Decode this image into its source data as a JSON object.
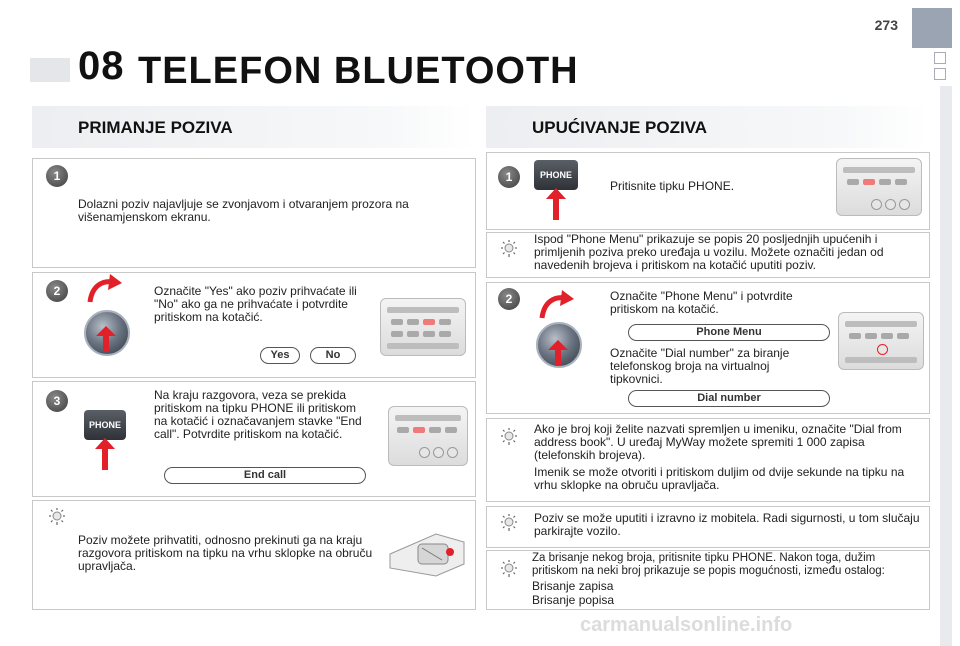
{
  "page": {
    "number": "273",
    "chapter_number": "08",
    "chapter_title": "TELEFON BLUETOOTH",
    "watermark": "carmanualsonline.info"
  },
  "left": {
    "heading": "PRIMANJE POZIVA",
    "step1": {
      "number": "1",
      "text": "Dolazni poziv najavljuje se zvonjavom i otvaranjem prozora na višenamjenskom ekranu."
    },
    "step2": {
      "number": "2",
      "text": "Označite \"Yes\" ako poziv prihvaćate ili \"No\" ako ga ne prihvaćate i potvrdite pritiskom na kotačić.",
      "yes_label": "Yes",
      "no_label": "No"
    },
    "step3": {
      "number": "3",
      "text": "Na kraju razgovora, veza se prekida pritiskom na tipku PHONE ili pritiskom na kotačić i označavanjem stavke \"End call\". Potvrdite pritiskom na kotačić.",
      "phone_label": "PHONE",
      "end_call_label": "End call"
    },
    "tip": {
      "text": "Poziv možete prihvatiti, odnosno prekinuti ga na kraju razgovora pritiskom na tipku na vrhu sklopke na obruču upravljača."
    }
  },
  "right": {
    "heading": "UPUĆIVANJE POZIVA",
    "step1": {
      "number": "1",
      "text": "Pritisnite tipku PHONE.",
      "phone_label": "PHONE"
    },
    "tip1": {
      "text": "Ispod \"Phone Menu\" prikazuje se popis 20 posljednjih upućenih i primljenih poziva preko uređaja u vozilu. Možete označiti jedan od navedenih brojeva i pritiskom na kotačić uputiti poziv."
    },
    "step2": {
      "number": "2",
      "text": "Označite \"Phone Menu\" i potvrdite pritiskom na kotačić.",
      "phone_menu_label": "Phone Menu",
      "text2": "Označite \"Dial number\" za biranje telefonskog broja na virtualnoj tipkovnici.",
      "dial_number_label": "Dial number"
    },
    "tip2": {
      "text": "Ako je broj koji želite nazvati spremljen u imeniku, označite \"Dial from address book\". U uređaj MyWay možete spremiti 1 000 zapisa (telefonskih brojeva).",
      "text2": "Imenik se može otvoriti i pritiskom duljim od dvije sekunde na tipku na vrhu sklopke na obruču upravljača."
    },
    "tip3": {
      "text": "Poziv se može uputiti i izravno iz mobitela. Radi sigurnosti, u tom slučaju parkirajte vozilo."
    },
    "tip4": {
      "text": "Za brisanje nekog broja, pritisnite tipku PHONE. Nakon toga, dužim pritiskom na neki broj prikazuje se popis mogućnosti, između ostalog:",
      "item1": "Brisanje zapisa",
      "item2": "Brisanje popisa"
    }
  },
  "colors": {
    "arrow_red": "#e2202a",
    "heading_bg": "#eceef1",
    "panel_border": "#c8c8c8"
  },
  "icons": [
    "number-badge",
    "rotary-knob",
    "phone-button",
    "lightbulb-icon",
    "red-arrow-icon",
    "radio-unit-image",
    "steering-stalk-image"
  ]
}
